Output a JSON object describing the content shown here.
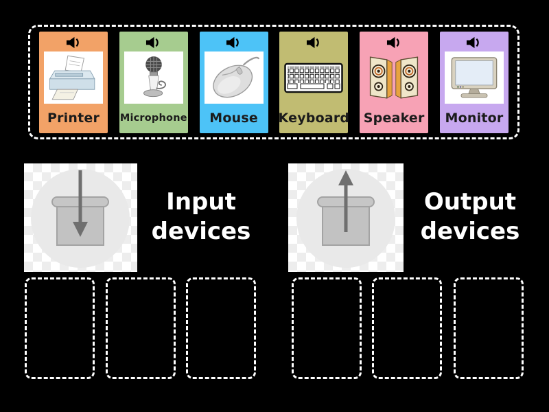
{
  "activity": {
    "type": "group-sort drag and drop",
    "background_color": "#000000"
  },
  "cards": [
    {
      "label": "Printer",
      "color": "#f2a267",
      "image": "printer",
      "audio_icon": "speaker-icon"
    },
    {
      "label": "Microphone",
      "color": "#a6cc8f",
      "image": "microphone",
      "audio_icon": "speaker-icon"
    },
    {
      "label": "Mouse",
      "color": "#4dc3f7",
      "image": "mouse",
      "audio_icon": "speaker-icon"
    },
    {
      "label": "Keyboard",
      "color": "#c1bc72",
      "image": "keyboard",
      "audio_icon": "speaker-icon"
    },
    {
      "label": "Speaker",
      "color": "#f7a2b5",
      "image": "speakers",
      "audio_icon": "speaker-icon"
    },
    {
      "label": "Monitor",
      "color": "#c7a8ef",
      "image": "monitor",
      "audio_icon": "speaker-icon"
    }
  ],
  "zones": [
    {
      "title": "Input devices",
      "icon": "box-arrow-down-icon",
      "empty_slots": 3
    },
    {
      "title": "Output devices",
      "icon": "box-arrow-up-icon",
      "empty_slots": 3
    }
  ],
  "colors": {
    "tray_border": "#ffffff",
    "slot_border": "#ffffff",
    "card_label_text": "#1b1b1b",
    "zone_title_text": "#ffffff"
  }
}
